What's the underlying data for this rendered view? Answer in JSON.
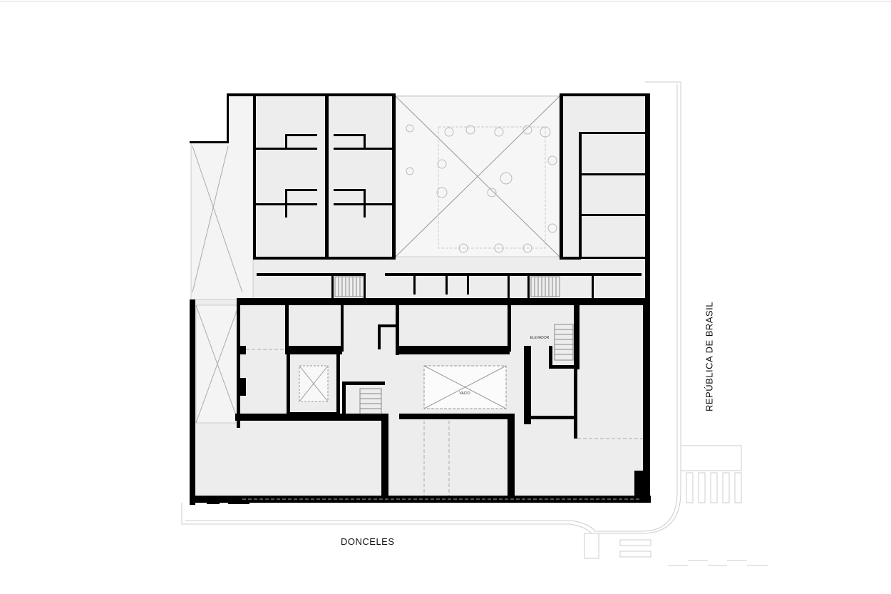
{
  "plan": {
    "labels": {
      "vacio": "VACIO",
      "elevador": "ELEVADOR"
    },
    "streets": {
      "south": "DONCELES",
      "east": "REPÚBLICA DE BRASIL"
    }
  },
  "colors": {
    "wall": "#000000",
    "floor": "#ededed",
    "line": "#bdbdbd"
  }
}
